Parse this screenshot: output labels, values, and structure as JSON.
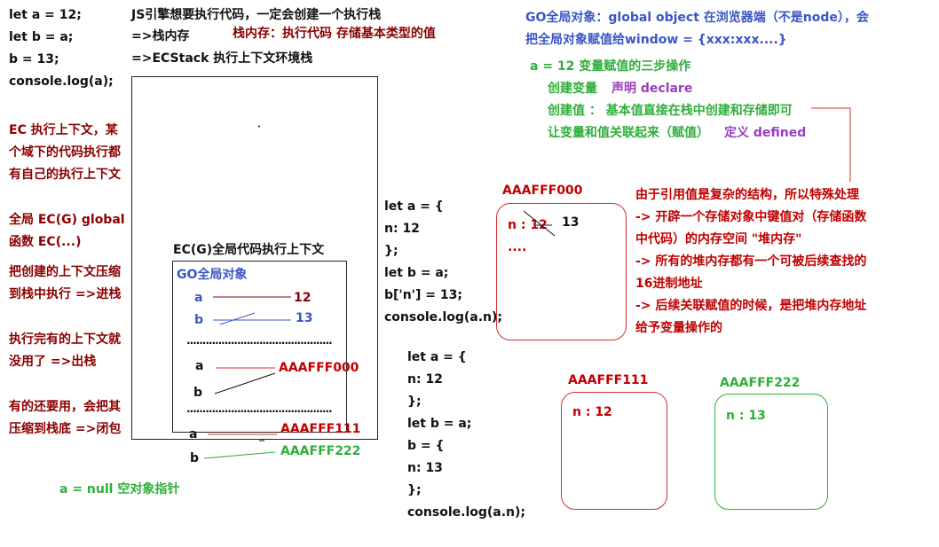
{
  "code1": [
    "let a = 12;",
    "let b = a;",
    "b = 13;",
    "console.log(a);"
  ],
  "js_engine": {
    "line1": "JS引擎想要执行代码，一定会创建一个执行栈",
    "line2": "=>栈内存",
    "line2_note": "栈内存：执行代码    存储基本类型的值",
    "line3": "=>ECStack  执行上下文环境栈"
  },
  "left_notes": {
    "ec_def": [
      "EC 执行上下文，某",
      "个域下的代码执行都",
      "有自己的执行上下文"
    ],
    "global": [
      "全局    EC(G) global",
      "函数    EC(...)"
    ],
    "push": [
      "把创建的上下文压缩",
      "到栈中执行 =>进栈"
    ],
    "pop": [
      "执行完有的上下文就",
      "没用了 =>出栈"
    ],
    "closure": [
      "有的还要用，会把其",
      "压缩到栈底  =>闭包"
    ]
  },
  "ecg": {
    "title": "EC(G)全局代码执行上下文",
    "go_label": "GO全局对象",
    "a": "a",
    "b": "b",
    "val12": "12",
    "val13": "13",
    "dots": "..............................................",
    "a2": "a",
    "b2": "b",
    "addr0": "AAAFFF000",
    "dots2": "..............................................",
    "a3": "a",
    "b3": "b",
    "addr1": "AAAFFF111",
    "addr2": "AAAFFF222",
    "dot": "·"
  },
  "null_note": "a = null   空对象指针",
  "go_note": {
    "line1": "GO全局对象：global object   在浏览器端（不是node），会",
    "line2": "把全局对象赋值给window = {xxx:xxx....}"
  },
  "assign": {
    "title": "a = 12  变量赋值的三步操作",
    "s1": "创建变量",
    "s1b": "声明 declare",
    "s2": "创建值 ： 基本值直接在栈中创建和存储即可",
    "s3": "让变量和值关联起来（赋值）",
    "s3b": "定义 defined"
  },
  "code2": [
    "let a = {",
    "  n: 12",
    "};",
    "let b = a;",
    "b['n'] = 13;",
    "console.log(a.n);"
  ],
  "code3": [
    "let a = {",
    "   n: 12",
    "};",
    "let b = a;",
    "b = {",
    "   n: 13",
    "};",
    "console.log(a.n);"
  ],
  "heap0": {
    "addr": "AAAFFF000",
    "prop": "n : 12",
    "new": "13",
    "dots": "...."
  },
  "heap1": {
    "addr": "AAAFFF111",
    "prop": "n : 12"
  },
  "heap2": {
    "addr": "AAAFFF222",
    "prop": "n : 13"
  },
  "ref_note": [
    "由于引用值是复杂的结构，所以特殊处理",
    " -> 开辟一个存储对象中键值对（存储函数",
    "中代码）的内存空间    \"堆内存\"",
    " -> 所有的堆内存都有一个可被后续查找的",
    "16进制地址",
    "-> 后续关联赋值的时候，是把堆内存地址",
    "给予变量操作的"
  ],
  "colors": {
    "red": "#c00000",
    "blue": "#3a56c5",
    "green": "#2fae3a",
    "purple": "#9a3dbf"
  }
}
